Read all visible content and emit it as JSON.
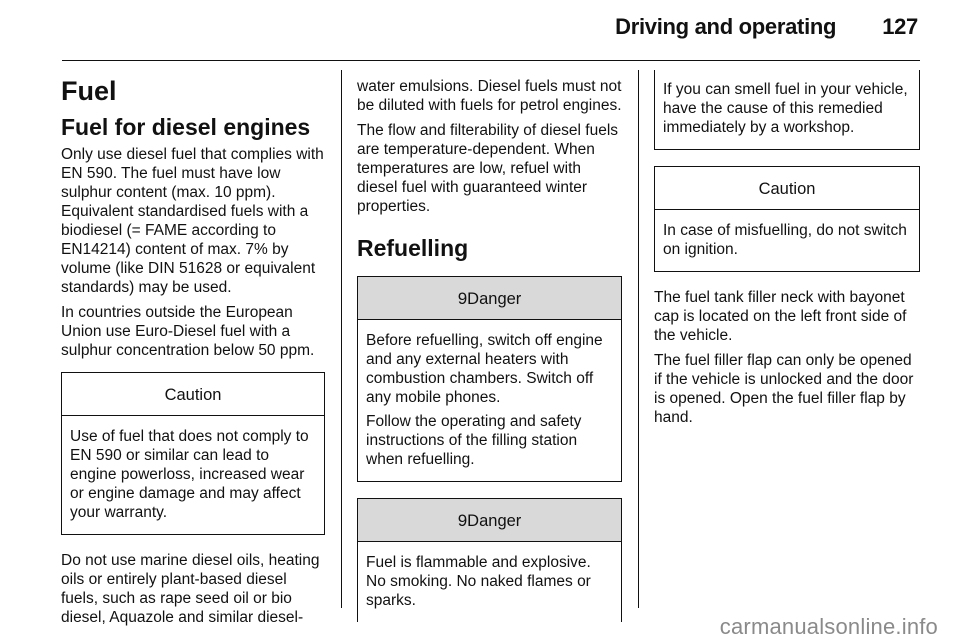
{
  "header": {
    "section": "Driving and operating",
    "page_number": "127"
  },
  "col1": {
    "heading": "Fuel",
    "subheading": "Fuel for diesel engines",
    "para1": "Only use diesel fuel that complies with EN 590. The fuel must have low sulphur content (max. 10 ppm). Equivalent standardised fuels with a biodiesel (= FAME according to EN14214) content of max. 7% by volume (like DIN 51628 or equivalent standards) may be used.",
    "para2": "In countries outside the European Union use Euro-Diesel fuel with a sulphur concentration below 50 ppm.",
    "caution": {
      "title": "Caution",
      "text": "Use of fuel that does not comply to EN 590 or similar can lead to engine powerloss, increased wear or engine damage and may affect your warranty."
    },
    "para3": "Do not use marine diesel oils, heating oils or entirely plant-based diesel fuels, such as rape seed oil or bio diesel, Aquazole and similar diesel-"
  },
  "col2": {
    "para1": "water emulsions. Diesel fuels must not be diluted with fuels for petrol engines.",
    "para2": "The flow and filterability of diesel fuels are temperature-dependent. When temperatures are low, refuel with diesel fuel with guaranteed winter properties.",
    "heading": "Refuelling",
    "danger1": {
      "symbol": "9",
      "title": "Danger",
      "text1": "Before refuelling, switch off engine and any external heaters with combustion chambers. Switch off any mobile phones.",
      "text2": "Follow the operating and safety instructions of the filling station when refuelling."
    },
    "danger2": {
      "symbol": "9",
      "title": "Danger",
      "text": "Fuel is flammable and explosive. No smoking. No naked flames or sparks."
    }
  },
  "col3": {
    "danger_cont": "If you can smell fuel in your vehicle, have the cause of this remedied immediately by a workshop.",
    "caution": {
      "title": "Caution",
      "text": "In case of misfuelling, do not switch on ignition."
    },
    "para1": "The fuel tank filler neck with bayonet cap is located on the left front side of the vehicle.",
    "para2": "The fuel filler flap can only be opened if the vehicle is unlocked and the door is opened. Open the fuel filler flap by hand."
  },
  "watermark": "carmanualsonline.info"
}
